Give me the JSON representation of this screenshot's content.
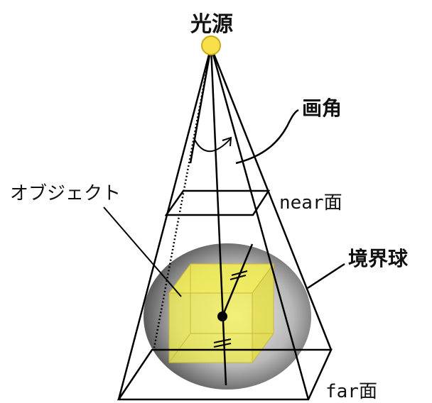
{
  "labels": {
    "light_source": "光源",
    "view_angle": "画角",
    "object": "オブジェクト",
    "near_plane": "near面",
    "bounding_sphere": "境界球",
    "far_plane": "far面"
  },
  "colors": {
    "light_fill": "#f7e04a",
    "light_stroke": "#c9a81a",
    "cube_face": "#f3ef4e",
    "sphere_light": "#f2f2f2",
    "sphere_dark": "#3c3c3c",
    "line": "#000000"
  }
}
